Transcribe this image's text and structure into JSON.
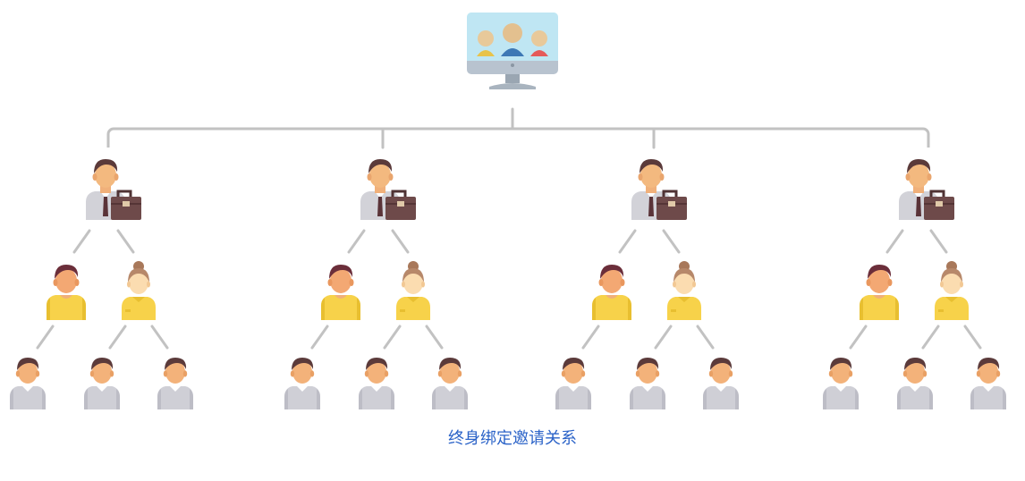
{
  "caption": "终身绑定邀请关系",
  "colors": {
    "connector": "#c2c2c2",
    "caption": "#2b63c8",
    "monitor_screen": "#bfe6f3",
    "level2_shirt": "#f7d24a",
    "level3_shirt": "#cfcfd6",
    "briefcase": "#6e4a4a"
  },
  "icons": {
    "root": "monitor-group-icon",
    "level1": "businessman-briefcase-icon",
    "level2_male": "man-yellow-shirt-icon",
    "level2_female": "woman-yellow-shirt-icon",
    "level3": "man-gray-shirt-icon"
  },
  "structure": {
    "branches": 4,
    "level2_per_branch": 2,
    "level3_under_first": 1,
    "level3_under_second": 2
  }
}
